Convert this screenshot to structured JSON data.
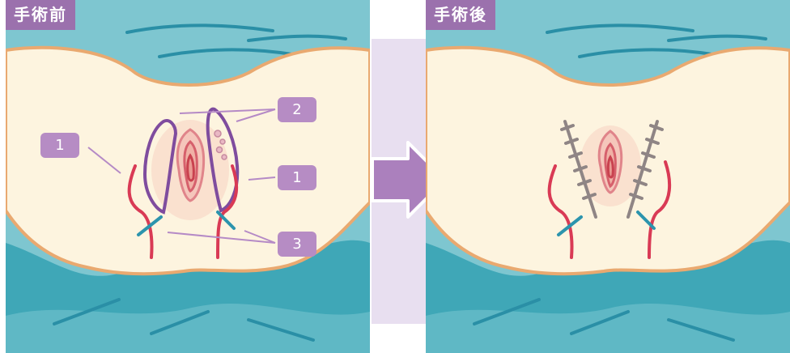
{
  "panels": {
    "before": {
      "label": "手術前"
    },
    "after": {
      "label": "手術後"
    }
  },
  "callouts": {
    "c1_left": "1",
    "c1_right": "1",
    "c2": "2",
    "c3": "3"
  },
  "colors": {
    "sea_light": "#7ec6d0",
    "sea_dark": "#3fa7b7",
    "skin": "#fdf4df",
    "skin_outline": "#e9a970",
    "label_bg": "#9b71ad",
    "badge_bg": "#b68cc4",
    "vein_red": "#d93a55",
    "vein_blue": "#2c94ad",
    "excision_outline": "#7f4c9e",
    "suture": "#8f8585",
    "arrow": "#ab80bd",
    "arrow_band": "#e8dff0"
  }
}
